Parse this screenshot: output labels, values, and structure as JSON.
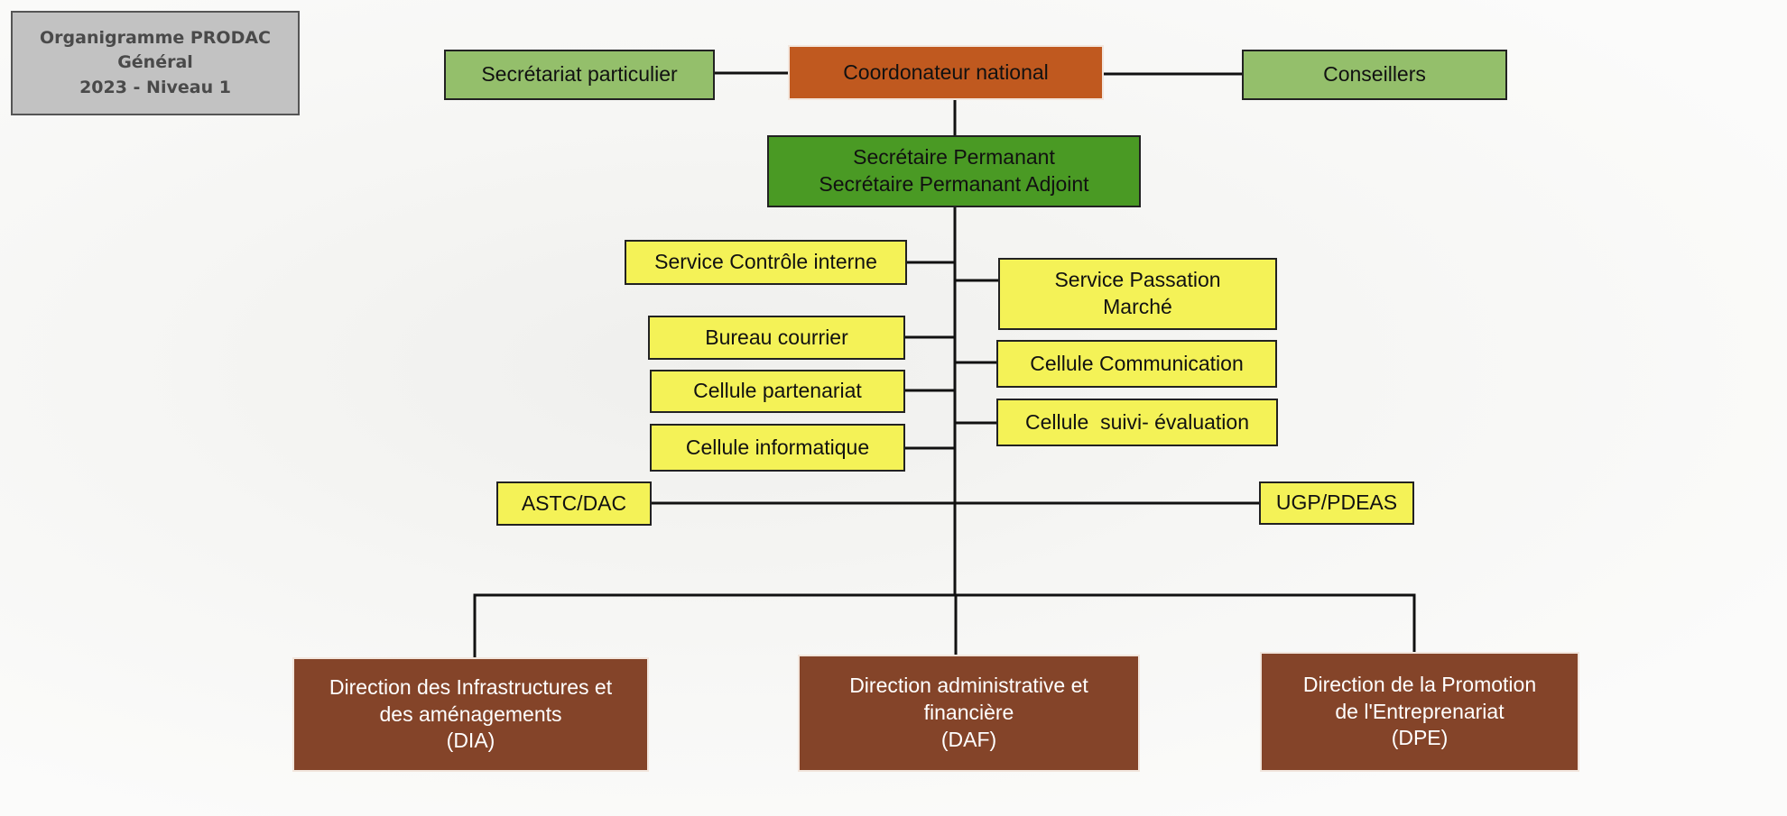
{
  "title_lines": [
    "Organigramme PRODAC",
    "Général",
    "2023 - Niveau 1"
  ],
  "top": {
    "secretariat": "Secrétariat particulier",
    "coordonateur": "Coordonateur national",
    "conseillers": "Conseillers"
  },
  "sp": {
    "line1": "Secrétaire Permanant",
    "line2": "Secrétaire Permanant Adjoint"
  },
  "left_units": {
    "controle": "Service Contrôle interne",
    "bureau": "Bureau courrier",
    "partenariat": "Cellule partenariat",
    "informatique": "Cellule informatique",
    "astc": "ASTC/DAC"
  },
  "right_units": {
    "passation_l1": "Service Passation",
    "passation_l2": "Marché",
    "communication": "Cellule Communication",
    "suivi": "Cellule  suivi- évaluation",
    "ugp": "UGP/PDEAS"
  },
  "directions": [
    {
      "l1": "Direction des Infrastructures et",
      "l2": "des aménagements",
      "l3": "(DIA)"
    },
    {
      "l1": "Direction administrative et",
      "l2": "financière",
      "l3": "(DAF)"
    },
    {
      "l1": "Direction de la Promotion",
      "l2": "de l'Entreprenariat",
      "l3": "(DPE)"
    }
  ]
}
